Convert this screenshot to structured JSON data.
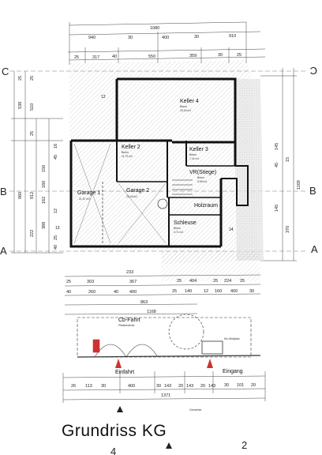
{
  "title": "Grundriss KG",
  "rooms": {
    "keller4": {
      "name": "Keller 4",
      "floor": "Beton",
      "area": "43,16 m2"
    },
    "keller2": {
      "name": "Keller 2",
      "floor": "Beton",
      "area": "11,73 m2"
    },
    "keller3": {
      "name": "Keller 3",
      "floor": "Beton",
      "area": "7,41 m2"
    },
    "vr": {
      "name": "VR(Stiege)",
      "floor": "Beton",
      "area": "5,95 m2"
    },
    "holzraum": {
      "name": "Holzraum"
    },
    "schleuse": {
      "name": "Schleuse",
      "floor": "Beton",
      "area": "3,71 m2"
    },
    "garage1": {
      "name": "Garage 1",
      "area": "21,57 m2"
    },
    "garage2": {
      "name": "Garage 2",
      "area": "25,43 m2"
    },
    "carport": {
      "name": "Cb-Fahrt",
      "sub": "Pflasterdecke"
    },
    "einfahrt": "Einfahrt",
    "eingang": "Eingang"
  },
  "grid": {
    "top_left": "C",
    "top_right": "C",
    "mid_left": "B",
    "mid_right": "B",
    "bot_left": "A",
    "bot_right": "A",
    "bottom": [
      "4",
      "2"
    ]
  },
  "dims_top": {
    "overall": "1080",
    "row2": [
      "940",
      "30",
      "400",
      "30",
      "910"
    ],
    "row3": [
      "25",
      "317",
      "40",
      "550",
      "359",
      "30",
      "25"
    ]
  },
  "dims_left": [
    "25",
    "538",
    "25",
    "510",
    "25",
    "960",
    "912",
    "150",
    "160",
    "162",
    "12",
    "388",
    "222",
    "25",
    "40",
    "16",
    "45"
  ],
  "dims_right": [
    "1169",
    "370",
    "15",
    "145",
    "145",
    "45"
  ],
  "dims_mid": {
    "row1": [
      "25",
      "303",
      "367",
      "25",
      "404",
      "25",
      "224",
      "25"
    ],
    "row2": [
      "40",
      "260",
      "40",
      "400",
      "25",
      "140",
      "12",
      "160",
      "400",
      "30"
    ],
    "row3": [
      "863"
    ],
    "row4": [
      "1168"
    ],
    "h233": "233"
  },
  "dims_bottom": {
    "row": [
      "26",
      "113",
      "30",
      "400",
      "30",
      "143",
      "20",
      "143",
      "20",
      "143",
      "30",
      "101",
      "20"
    ],
    "overall": "1371"
  },
  "notes": {
    "n13": "13",
    "n12": "12",
    "n14": "14",
    "kerl": "Kfz-Stellplatz",
    "strassen": "Grenzlinie"
  }
}
